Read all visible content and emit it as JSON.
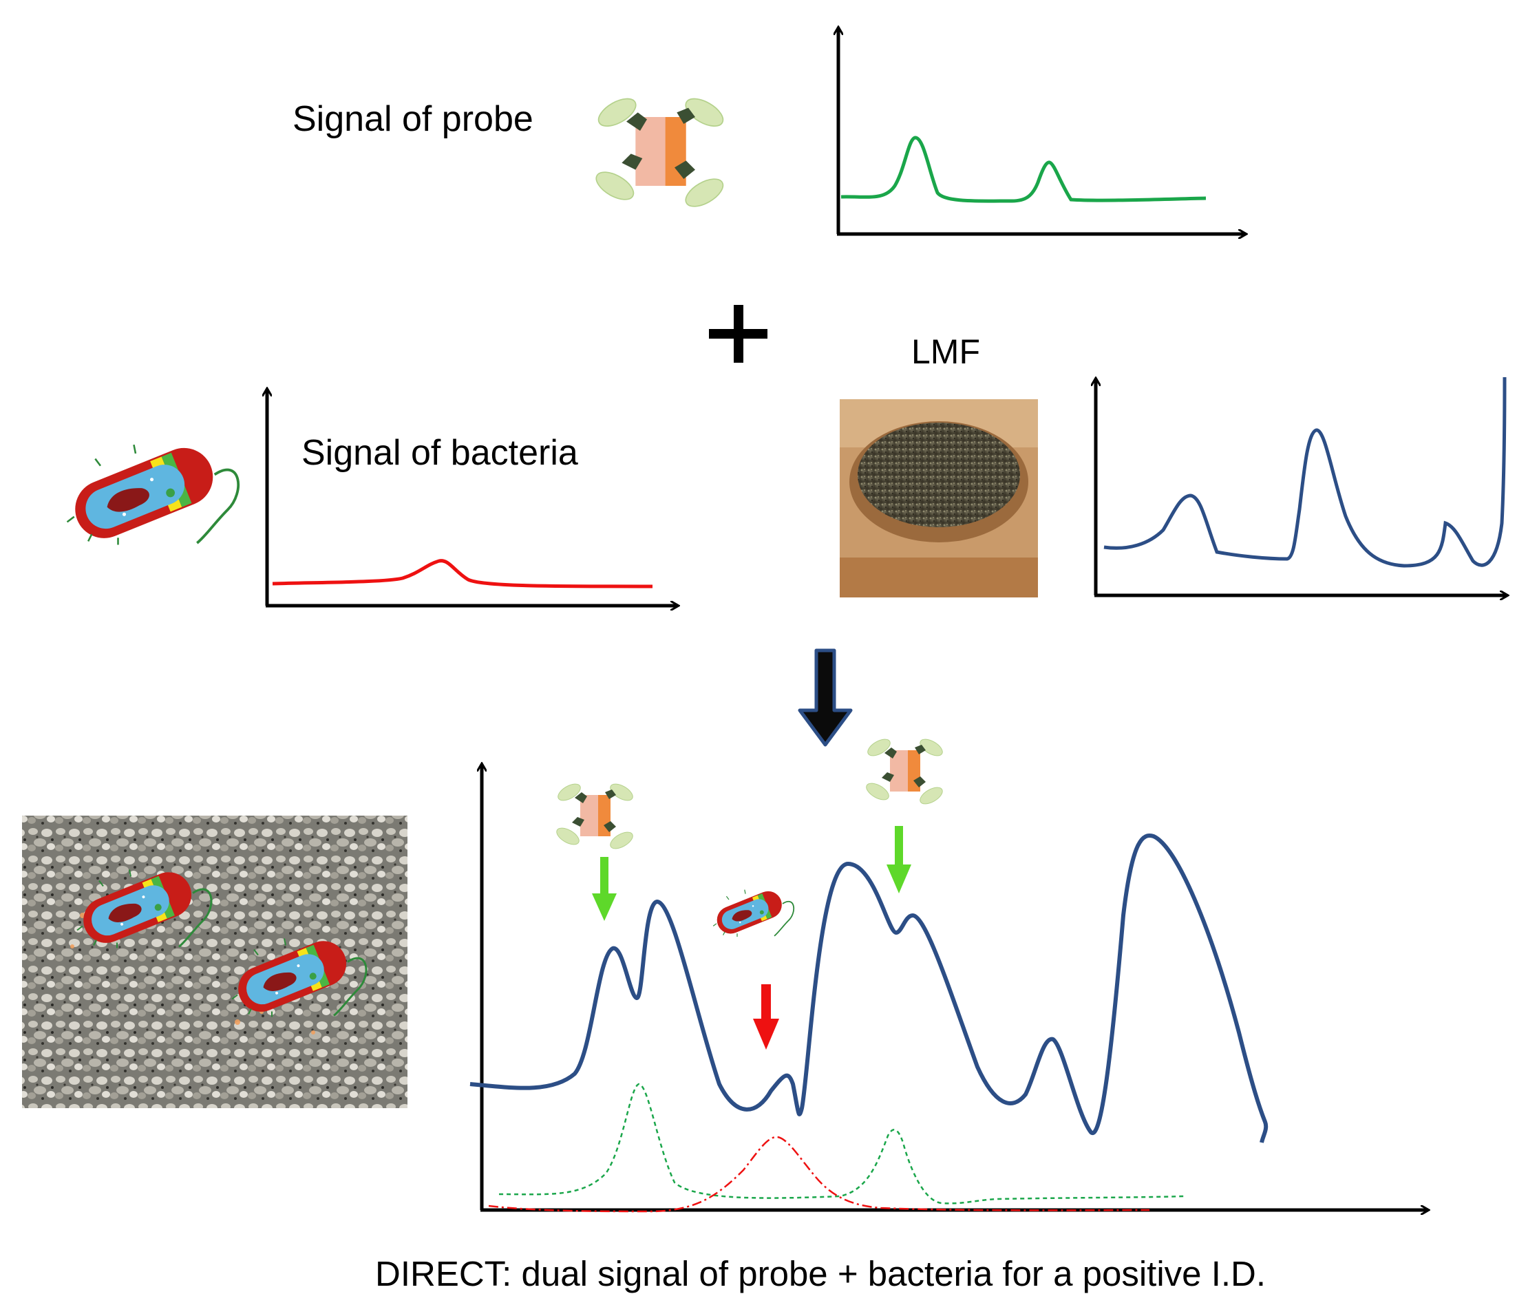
{
  "labels": {
    "probe": "Signal of probe",
    "bacteria": "Signal of bacteria",
    "lmf": "LMF",
    "caption": "DIRECT: dual signal of probe + bacteria for a positive I.D."
  },
  "colors": {
    "probe_signal": "#1aa64a",
    "bacteria_signal": "#ee1111",
    "matrix_signal": "#2c4e86",
    "probe_arrow": "#5ed82a",
    "bacteria_arrow": "#ee1111",
    "bacterium_body": "#c81d18",
    "bacterium_inner": "#5fb6e0",
    "probe_particle": "#f08a3c"
  },
  "icons": {
    "plus": "plus-icon",
    "process_arrow": "down-arrow-icon",
    "probe": "probe-particle-icon",
    "bacterium": "bacterium-icon",
    "lmf_bowl": "powder-bowl-image",
    "sample": "granular-sample-image"
  }
}
